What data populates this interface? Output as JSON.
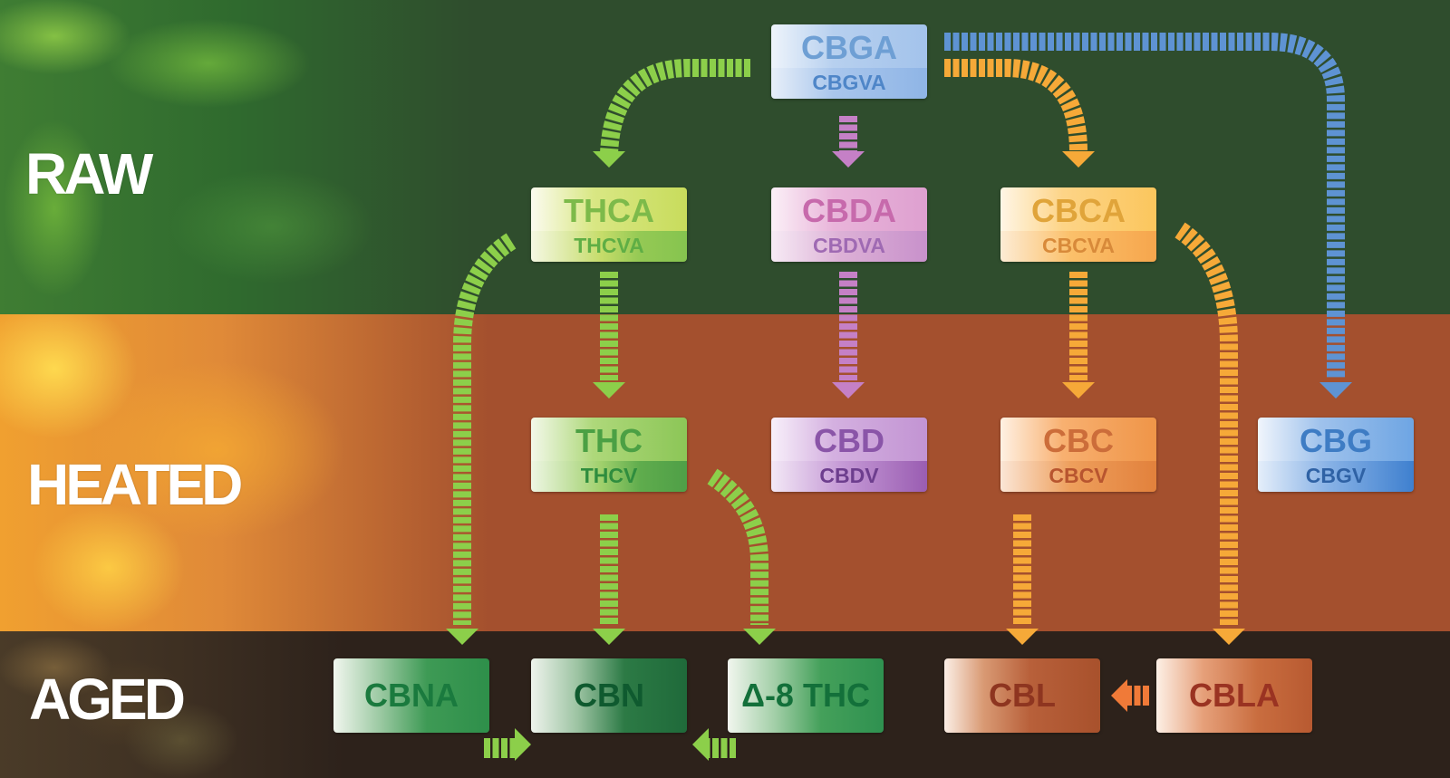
{
  "bands": [
    {
      "id": "raw",
      "label": "RAW"
    },
    {
      "id": "heated",
      "label": "HEATED"
    },
    {
      "id": "aged",
      "label": "AGED"
    }
  ],
  "nodes": {
    "cbga": {
      "primary": "CBGA",
      "secondary": "CBGVA",
      "stage": "raw"
    },
    "thca": {
      "primary": "THCA",
      "secondary": "THCVA",
      "stage": "raw"
    },
    "cbda": {
      "primary": "CBDA",
      "secondary": "CBDVA",
      "stage": "raw"
    },
    "cbca": {
      "primary": "CBCA",
      "secondary": "CBCVA",
      "stage": "raw"
    },
    "thc": {
      "primary": "THC",
      "secondary": "THCV",
      "stage": "heated"
    },
    "cbd": {
      "primary": "CBD",
      "secondary": "CBDV",
      "stage": "heated"
    },
    "cbc": {
      "primary": "CBC",
      "secondary": "CBCV",
      "stage": "heated"
    },
    "cbg": {
      "primary": "CBG",
      "secondary": "CBGV",
      "stage": "heated"
    },
    "cbna": {
      "primary": "CBNA",
      "stage": "aged"
    },
    "cbn": {
      "primary": "CBN",
      "stage": "aged"
    },
    "d8thc": {
      "primary": "Δ-8 THC",
      "stage": "aged"
    },
    "cbl": {
      "primary": "CBL",
      "stage": "aged"
    },
    "cbla": {
      "primary": "CBLA",
      "stage": "aged"
    }
  },
  "edges": [
    {
      "from": "CBGA",
      "to": "THCA",
      "color": "#8ccf4a"
    },
    {
      "from": "CBGA",
      "to": "CBDA",
      "color": "#c580c6"
    },
    {
      "from": "CBGA",
      "to": "CBCA",
      "color": "#f6a938"
    },
    {
      "from": "CBGA",
      "to": "CBG",
      "color": "#5e93d3"
    },
    {
      "from": "THCA",
      "to": "THC",
      "color": "#8ccf4a"
    },
    {
      "from": "THCA",
      "to": "CBNA",
      "color": "#8ccf4a"
    },
    {
      "from": "CBDA",
      "to": "CBD",
      "color": "#c580c6"
    },
    {
      "from": "CBCA",
      "to": "CBC",
      "color": "#f6a938"
    },
    {
      "from": "CBCA",
      "to": "CBLA",
      "color": "#f6a938"
    },
    {
      "from": "THC",
      "to": "CBN",
      "color": "#8ccf4a"
    },
    {
      "from": "THC",
      "to": "Δ-8 THC",
      "color": "#8ccf4a"
    },
    {
      "from": "CBC",
      "to": "CBL",
      "color": "#f6a938"
    },
    {
      "from": "CBLA",
      "to": "CBL",
      "color": "#f07a38"
    },
    {
      "from": "CBNA",
      "to": "CBN",
      "color": "#8ccf4a"
    },
    {
      "from": "Δ-8 THC",
      "to": "CBN",
      "color": "#8ccf4a"
    }
  ]
}
